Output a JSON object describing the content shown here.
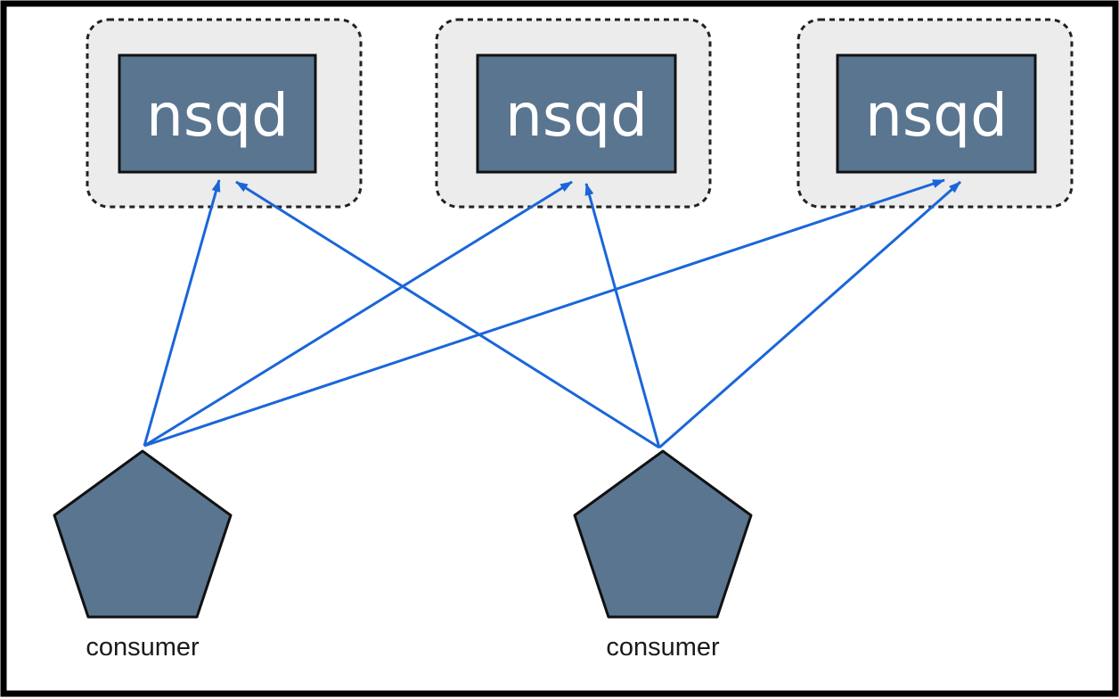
{
  "colors": {
    "edge": "#1a66d9",
    "node_fill": "#5a7590",
    "group_fill": "#ececec",
    "node_text": "#ffffff"
  },
  "nodes": [
    {
      "id": "nsqd-1",
      "label": "nsqd"
    },
    {
      "id": "nsqd-2",
      "label": "nsqd"
    },
    {
      "id": "nsqd-3",
      "label": "nsqd"
    }
  ],
  "consumers": [
    {
      "id": "consumer-1",
      "label": "consumer"
    },
    {
      "id": "consumer-2",
      "label": "consumer"
    }
  ],
  "edges": [
    {
      "from": "consumer-1",
      "to": "nsqd-1"
    },
    {
      "from": "consumer-1",
      "to": "nsqd-2"
    },
    {
      "from": "consumer-1",
      "to": "nsqd-3"
    },
    {
      "from": "consumer-2",
      "to": "nsqd-1"
    },
    {
      "from": "consumer-2",
      "to": "nsqd-2"
    },
    {
      "from": "consumer-2",
      "to": "nsqd-3"
    }
  ]
}
